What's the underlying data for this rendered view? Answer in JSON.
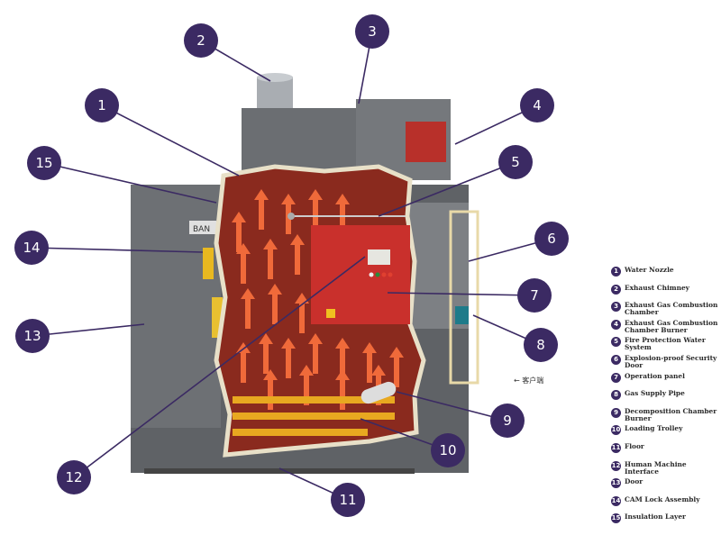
{
  "callouts": [
    "1",
    "2",
    "3",
    "4",
    "5",
    "6",
    "7",
    "8",
    "9",
    "10",
    "11",
    "12",
    "13",
    "14",
    "15"
  ],
  "legend": [
    {
      "num": "1",
      "label": "Water Nozzle"
    },
    {
      "num": "2",
      "label": "Exhaust Chimney"
    },
    {
      "num": "3",
      "label": "Exhaust Gas Combustion Chamber"
    },
    {
      "num": "4",
      "label": "Exhaust Gas Combustion Chamber Burner"
    },
    {
      "num": "5",
      "label": "Fire Protection Water System"
    },
    {
      "num": "6",
      "label": "Explosion-proof Security Door"
    },
    {
      "num": "7",
      "label": "Operation panel"
    },
    {
      "num": "8",
      "label": "Gas Supply Pipe"
    },
    {
      "num": "9",
      "label": "Decomposition Chamber Burner"
    },
    {
      "num": "10",
      "label": "Loading Trolley"
    },
    {
      "num": "11",
      "label": "Floor"
    },
    {
      "num": "12",
      "label": "Human Machine Interface"
    },
    {
      "num": "13",
      "label": "Door"
    },
    {
      "num": "14",
      "label": "CAM Lock Assembly"
    },
    {
      "num": "15",
      "label": "Insulation Layer"
    }
  ],
  "client_label": "← 客户端",
  "door_sign": "BAN",
  "colors": {
    "callout": "#3b2a63",
    "chamber": "#8a2a1e",
    "arrow": "#f06a3a",
    "panel": "#c9302c",
    "body": "#5f6266"
  }
}
